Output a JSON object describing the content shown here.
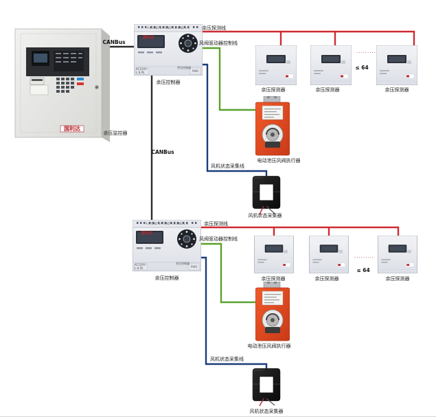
{
  "monitor": {
    "label": "余压监控器",
    "brand": "国利达"
  },
  "links": {
    "canbus_top": "CANBus",
    "canbus_mid": "CANBus",
    "sensor_line": "余压探测线",
    "damper_line": "风阀驱动器控制线",
    "fan_line": "风机状态采集线"
  },
  "controller": {
    "label": "余压控制器",
    "top_pins": "A B GND  L H  GND  A B  GND  L H",
    "voltage": "AC220V",
    "lnpe": "L  N  PE",
    "side_text": "余压控制器",
    "power": "PWR",
    "brand": "国利达"
  },
  "detector": {
    "label": "余压探测器",
    "count": "≤ 64",
    "dots": "·········",
    "brand": "国利达"
  },
  "actuator": {
    "label": "电动泄压风阀执行器"
  },
  "sensor": {
    "label": "风机状态采集器"
  },
  "colors": {
    "sensor_line": "#cf2a30",
    "damper_line": "#59a12a",
    "fan_line": "#1a3c7a",
    "canbus": "#2b2b2b",
    "actuator": "#e8461f"
  }
}
